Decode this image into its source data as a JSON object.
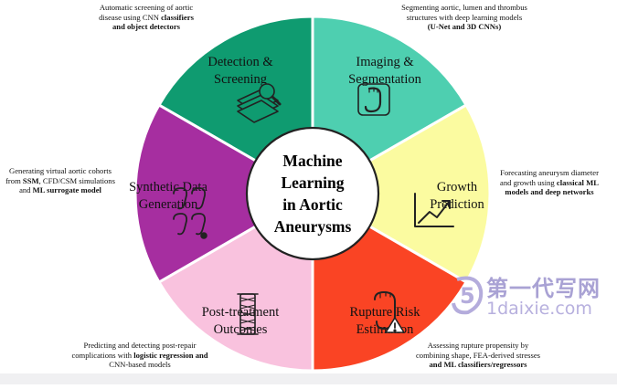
{
  "center": {
    "lines": [
      "Machine",
      "Learning",
      "in Aortic",
      "Aneurysms"
    ]
  },
  "segments": [
    {
      "id": "detection",
      "title": [
        "Detection &",
        "Screening"
      ],
      "color": "#0f9b70",
      "icon": "microscope-slides-icon"
    },
    {
      "id": "imaging",
      "title": [
        "Imaging &",
        "Segmentation"
      ],
      "color": "#4ecfb0",
      "icon": "aorta-scan-icon"
    },
    {
      "id": "growth",
      "title": [
        "Growth",
        "Prediction"
      ],
      "color": "#fbfba0",
      "icon": "growth-chart-icon"
    },
    {
      "id": "rupture",
      "title": [
        "Rupture Risk",
        "Estimation"
      ],
      "color": "#fa4424",
      "icon": "ruptured-aorta-warning-icon"
    },
    {
      "id": "post",
      "title": [
        "Post-treatment",
        "Outcomes"
      ],
      "color": "#f9c2de",
      "icon": "stent-graft-icon"
    },
    {
      "id": "synthetic",
      "title": [
        "Synthetic Data",
        "Generation"
      ],
      "color": "#a62ea0",
      "icon": "virtual-aortas-icon"
    }
  ],
  "descriptions": {
    "detection": [
      [
        {
          "t": "Automatic screening of aortic"
        }
      ],
      [
        {
          "t": "disease using CNN "
        },
        {
          "t": "classifiers",
          "b": true
        }
      ],
      [
        {
          "t": "and object detectors",
          "b": true
        }
      ]
    ],
    "imaging": [
      [
        {
          "t": "Segmenting aortic, lumen and thrombus"
        }
      ],
      [
        {
          "t": "structures with deep learning models"
        }
      ],
      [
        {
          "t": "(U-Net and 3D CNNs)",
          "b": true
        }
      ]
    ],
    "growth": [
      [
        {
          "t": "Forecasting aneurysm diameter"
        }
      ],
      [
        {
          "t": "and growth using "
        },
        {
          "t": "classical ML",
          "b": true
        }
      ],
      [
        {
          "t": "models and deep networks",
          "b": true
        }
      ]
    ],
    "rupture": [
      [
        {
          "t": "Assessing rupture propensity by"
        }
      ],
      [
        {
          "t": "combining shape, FEA-derived stresses"
        }
      ],
      [
        {
          "t": "and ML classifiers/regressors",
          "b": true
        }
      ]
    ],
    "post": [
      [
        {
          "t": "Predicting and detecting post-repair"
        }
      ],
      [
        {
          "t": "complications with "
        },
        {
          "t": "logistic regression and",
          "b": true
        }
      ],
      [
        {
          "t": "CNN-based models"
        }
      ]
    ],
    "synthetic": [
      [
        {
          "t": "Generating virtual aortic cohorts"
        }
      ],
      [
        {
          "t": "from "
        },
        {
          "t": "SSM",
          "b": true
        },
        {
          "t": ", CFD/CSM simulations"
        }
      ],
      [
        {
          "t": "and "
        },
        {
          "t": "ML surrogate model",
          "b": true
        }
      ]
    ]
  },
  "watermark": {
    "chinese": "第一代写网",
    "latin": "1daixie.com"
  }
}
